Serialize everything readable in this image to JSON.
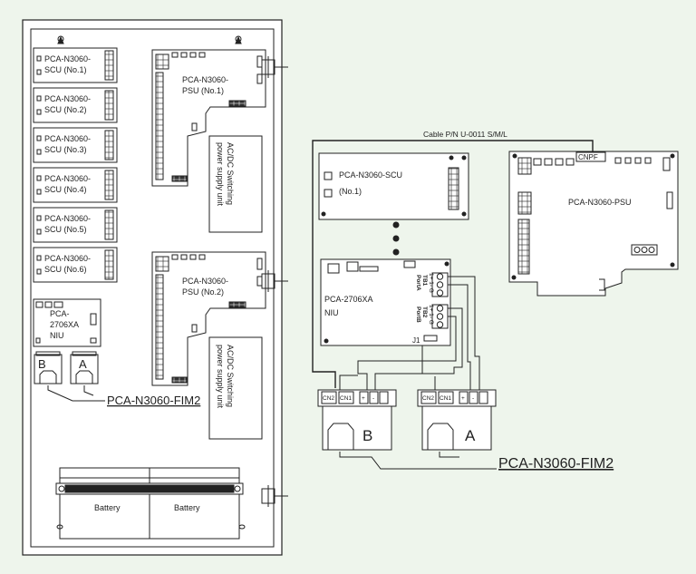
{
  "cabinet": {
    "scu_modules": [
      {
        "line1": "PCA-N3060-",
        "line2": "SCU (No.1)"
      },
      {
        "line1": "PCA-N3060-",
        "line2": "SCU (No.2)"
      },
      {
        "line1": "PCA-N3060-",
        "line2": "SCU (No.3)"
      },
      {
        "line1": "PCA-N3060-",
        "line2": "SCU (No.4)"
      },
      {
        "line1": "PCA-N3060-",
        "line2": "SCU (No.5)"
      },
      {
        "line1": "PCA-N3060-",
        "line2": "SCU (No.6)"
      }
    ],
    "psu_1": {
      "line1": "PCA-N3060-",
      "line2": "PSU (No.1)"
    },
    "psu_2": {
      "line1": "PCA-N3060-",
      "line2": "PSU (No.2)"
    },
    "supply_1": {
      "line1": "AC/DC Switching",
      "line2": "power supply unit"
    },
    "supply_2": {
      "line1": "AC/DC Switching",
      "line2": "power supply unit"
    },
    "niu": {
      "line1": "PCA-",
      "line2": "2706XA",
      "line3": "NIU"
    },
    "fim_b": "B",
    "fim_a": "A",
    "fim_label": "PCA-N3060-FIM2",
    "battery_left": "Battery",
    "battery_right": "Battery"
  },
  "wiring": {
    "cable_label": "Cable P/N U-0011 S/M/L",
    "scu": {
      "line1": "PCA-N3060-SCU",
      "line2": "(No.1)"
    },
    "psu": "PCA-N3060-PSU",
    "cnpf": "CNPF",
    "niu": {
      "line1": "PCA-2706XA",
      "line2": "NIU"
    },
    "tb1": {
      "name": "TB1",
      "port": "PortA",
      "pins": "1+ 1- G"
    },
    "tb2": {
      "name": "TB2",
      "port": "PortB",
      "pins": "1+ 1- G"
    },
    "j1": "J1",
    "fim_b": {
      "letter": "B",
      "cn2": "CN2",
      "cn1": "CN1",
      "plus": "+",
      "minus": "-"
    },
    "fim_a": {
      "letter": "A",
      "cn2": "CN2",
      "cn1": "CN1",
      "plus": "+",
      "minus": "-"
    },
    "fim_label": "PCA-N3060-FIM2"
  }
}
